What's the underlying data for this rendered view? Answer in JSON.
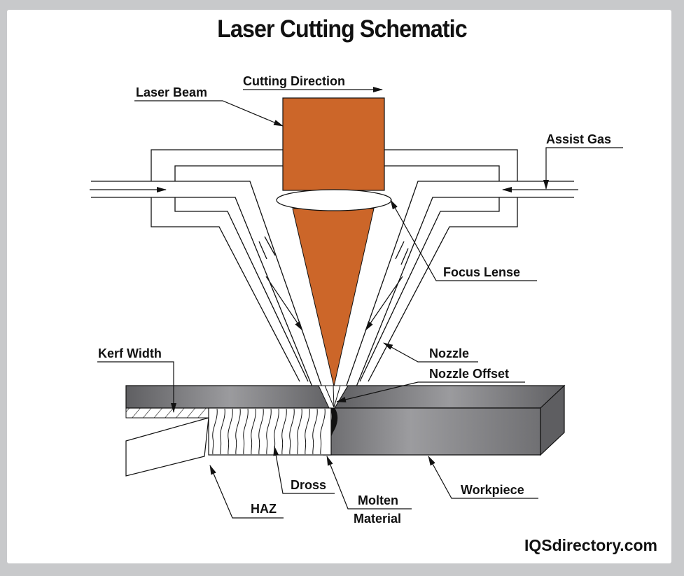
{
  "title": "Laser Cutting Schematic",
  "labels": {
    "laser_beam": "Laser Beam",
    "cutting_direction": "Cutting Direction",
    "assist_gas": "Assist Gas",
    "focus_lense": "Focus Lense",
    "nozzle": "Nozzle",
    "nozzle_offset": "Nozzle Offset",
    "kerf_width": "Kerf Width",
    "dross": "Dross",
    "haz": "HAZ",
    "molten_line1": "Molten",
    "molten_line2": "Material",
    "workpiece": "Workpiece"
  },
  "brand": "IQSdirectory.com",
  "colors": {
    "beam": "#cc6629",
    "workpiece_dark": "#6b6b6e",
    "workpiece_light": "#9a9a9d",
    "frame": "#c8c9cb"
  }
}
